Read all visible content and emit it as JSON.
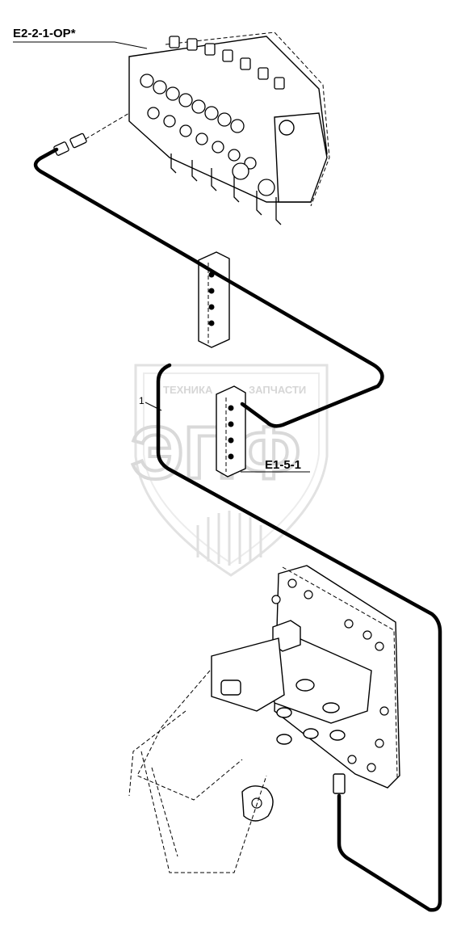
{
  "labels": {
    "valve_block": "E2-2-1-OP*",
    "bulkhead_bracket": "E1-5-1",
    "hose_item": "1"
  },
  "watermark": {
    "line1": "ТЕХНИКА",
    "line2": "ЗАПЧАСТИ",
    "logo": "ЭПФ"
  }
}
